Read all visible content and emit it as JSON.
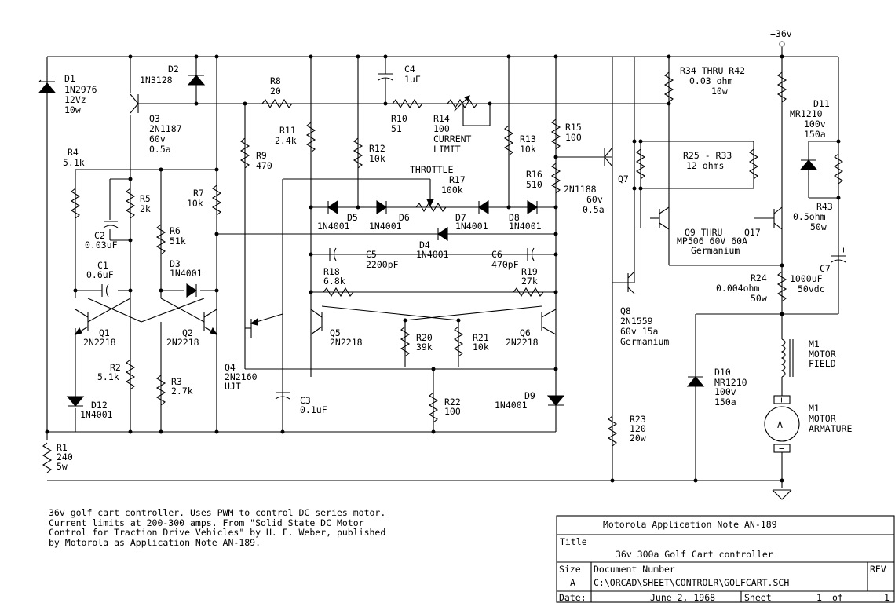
{
  "supply": "+36v",
  "components": {
    "D1": [
      "D1",
      "1N2976",
      "12Vz",
      "10w"
    ],
    "D2": [
      "D2",
      "1N3128"
    ],
    "R8": [
      "R8",
      "20"
    ],
    "C4": [
      "C4",
      "1uF"
    ],
    "R34": [
      "R34 THRU R42",
      "0.03 ohm",
      "10w"
    ],
    "D11": [
      "D11",
      "MR1210",
      "100v",
      "150a"
    ],
    "Q3": [
      "Q3",
      "2N1187",
      "60v",
      "0.5a"
    ],
    "R10": [
      "R10",
      "51"
    ],
    "R14": [
      "R14",
      "100",
      "CURRENT",
      "LIMIT"
    ],
    "R11": [
      "R11",
      "2.4k"
    ],
    "R15": [
      "R15",
      "100"
    ],
    "R4": [
      "R4",
      "5.1k"
    ],
    "R9": [
      "R9",
      "470"
    ],
    "R12": [
      "R12",
      "10k"
    ],
    "R13": [
      "R13",
      "10k"
    ],
    "R25": [
      "R25 - R33",
      "12 ohms"
    ],
    "R17": [
      "THROTTLE",
      "R17",
      "100k"
    ],
    "R16": [
      "R16",
      "510"
    ],
    "Q7": [
      "Q7",
      "2N1188",
      "60v",
      "0.5a"
    ],
    "R5": [
      "R5",
      "2k"
    ],
    "R7": [
      "R7",
      "10k"
    ],
    "R43": [
      "R43",
      "0.5ohm",
      "50w"
    ],
    "Q9": [
      "Q9 THRU",
      "Q17",
      "MP506 60V 60A",
      "Germanium"
    ],
    "D5": [
      "D5",
      "1N4001"
    ],
    "D6": [
      "D6",
      "1N4001"
    ],
    "D7": [
      "D7",
      "1N4001"
    ],
    "D8": [
      "D8",
      "1N4001"
    ],
    "C2": [
      "C2",
      "0.03uF"
    ],
    "R6": [
      "R6",
      "51k"
    ],
    "D4": [
      "D4",
      "1N4001"
    ],
    "C7": [
      "C7",
      "1000uF",
      "50vdc"
    ],
    "C5": [
      "C5",
      "2200pF"
    ],
    "C6": [
      "C6",
      "470pF"
    ],
    "C1": [
      "C1",
      "0.6uF"
    ],
    "D3": [
      "D3",
      "1N4001"
    ],
    "R18": [
      "R18",
      "6.8k"
    ],
    "R19": [
      "R19",
      "27k"
    ],
    "R24": [
      "R24",
      "0.004ohm",
      "50w"
    ],
    "Q8": [
      "Q8",
      "2N1559",
      "60v 15a",
      "Germanium"
    ],
    "Q1": [
      "Q1",
      "2N2218"
    ],
    "Q2": [
      "Q2",
      "2N2218"
    ],
    "Q5": [
      "Q5",
      "2N2218"
    ],
    "R20": [
      "R20",
      "39k"
    ],
    "R21": [
      "R21",
      "10k"
    ],
    "Q6": [
      "Q6",
      "2N2218"
    ],
    "M1F": [
      "M1",
      "MOTOR",
      "FIELD"
    ],
    "R2": [
      "R2",
      "5.1k"
    ],
    "R3": [
      "R3",
      "2.7k"
    ],
    "Q4": [
      "Q4",
      "2N2160",
      "UJT"
    ],
    "D10": [
      "D10",
      "MR1210",
      "100v",
      "150a"
    ],
    "D12": [
      "D12",
      "1N4001"
    ],
    "C3": [
      "C3",
      "0.1uF"
    ],
    "R22": [
      "R22",
      "100"
    ],
    "D9": [
      "D9",
      "1N4001"
    ],
    "M1A": [
      "M1",
      "MOTOR",
      "ARMATURE"
    ],
    "R23": [
      "R23",
      "120",
      "20w"
    ],
    "R1": [
      "R1",
      "240",
      "5w"
    ]
  },
  "motor_symbol": {
    "plus": "+",
    "minus": "−",
    "letter": "A"
  },
  "notes": [
    "36v golf cart controller. Uses PWM to control DC series motor.",
    "Current limits at 200-300 amps. From \"Solid State DC Motor",
    "Control for Traction Drive Vehicles\" by H. F. Weber, published",
    "by Motorola as Application Note AN-189."
  ],
  "title_block": {
    "header": "Motorola Application Note AN-189",
    "title_label": "Title",
    "title": "36v 300a Golf Cart controller",
    "size_label": "Size",
    "size": "A",
    "docnum_label": "Document Number",
    "docnum": "C:\\ORCAD\\SHEET\\CONTROLR\\GOLFCART.SCH",
    "rev_label": "REV",
    "date_label": "Date:",
    "date": "June 2, 1968",
    "sheet_label": "Sheet",
    "sheet_num": "1",
    "sheet_of": "of",
    "sheet_total": "1"
  }
}
